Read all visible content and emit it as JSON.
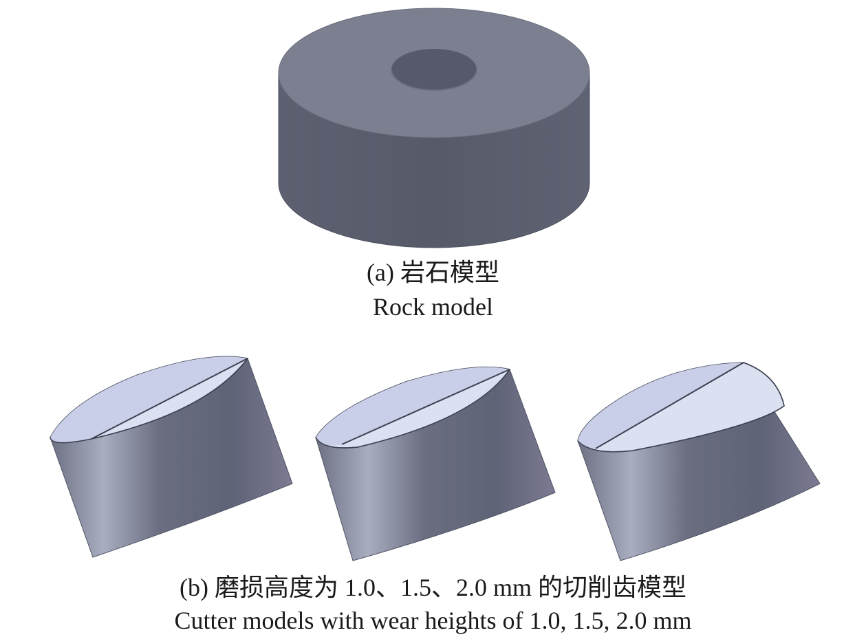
{
  "figure": {
    "panel_a": {
      "caption_zh": "(a) 岩石模型",
      "caption_en": "Rock model"
    },
    "panel_b": {
      "caption_zh": "(b) 磨损高度为 1.0、1.5、2.0 mm 的切削齿模型",
      "caption_en": "Cutter models with wear heights of 1.0, 1.5, 2.0 mm"
    },
    "colors": {
      "rock_top": "#7b7f90",
      "rock_side": "#5a5e6d",
      "rock_hole": "#55596a",
      "cutter_face": "#dbe1f0",
      "cutter_wear_flat": "#c9cfe8",
      "cutter_side_light": "#a7abbd",
      "cutter_side_dark": "#5f6375"
    }
  }
}
